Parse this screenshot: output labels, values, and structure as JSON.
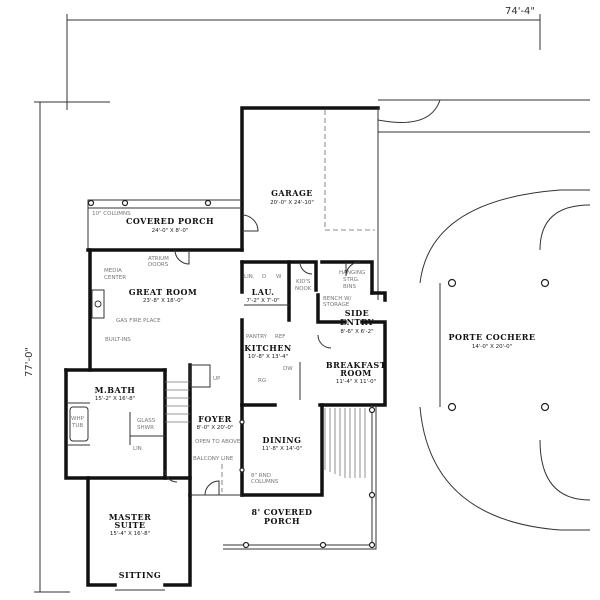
{
  "overall": {
    "width": "74'-4\"",
    "depth": "77'-0\""
  },
  "rooms": [
    {
      "id": "garage",
      "name": "GARAGE",
      "size": "20'-0\" X 24'-10\""
    },
    {
      "id": "covered-porch",
      "name": "COVERED PORCH",
      "size": "24'-0\" X 8'-0\""
    },
    {
      "id": "great-room",
      "name": "GREAT ROOM",
      "size": "23'-8\" X 18'-0\""
    },
    {
      "id": "lau",
      "name": "LAU.",
      "size": "7'-2\" X 7'-0\""
    },
    {
      "id": "side-entry",
      "name": "SIDE",
      "name2": "ENTRY",
      "size": "8'-6\" X 6'-2\""
    },
    {
      "id": "kitchen",
      "name": "KITCHEN",
      "size": "10'-8\" X 13'-4\""
    },
    {
      "id": "breakfast",
      "name": "BREAKFAST",
      "name2": "ROOM",
      "size": "11'-4\" X 11'-0\""
    },
    {
      "id": "porte-cochere",
      "name": "PORTE COCHERE",
      "size": "14'-0\" X 20'-0\""
    },
    {
      "id": "m-bath",
      "name": "M.BATH",
      "size": "15'-2\" X 16'-8\""
    },
    {
      "id": "foyer",
      "name": "FOYER",
      "size": "8'-0\" X 20'-0\""
    },
    {
      "id": "dining",
      "name": "DINING",
      "size": "11'-8\" X 14'-0\""
    },
    {
      "id": "master-suite",
      "name": "MASTER",
      "name2": "SUITE",
      "size": "15'-4\" X 16'-8\""
    },
    {
      "id": "front-porch",
      "name": "8' COVERED",
      "name2": "PORCH"
    },
    {
      "id": "sitting",
      "name": "SITTING"
    }
  ],
  "notes": {
    "columns10": "10\" COLUMNS",
    "atrium": "ATRIUM",
    "doors": "DOORS",
    "media": "MEDIA",
    "center": "CENTER",
    "fireplace": "GAS FIRE PLACE",
    "builtins": "BUILT-INS",
    "lin": "LIN.",
    "d": "D",
    "w": "W",
    "kids": "KID'S",
    "nook": "NOOK",
    "hanging": "HANGING",
    "strg": "STRG.",
    "bins": "BINS",
    "bench": "BENCH W/",
    "storage": "STORAGE",
    "pantry": "PANTRY",
    "ref": "REF",
    "dw": "DW",
    "rg": "RG",
    "up": "UP",
    "whp": "WHP",
    "tub": "TUB",
    "glass": "GLASS",
    "shwr": "SHWR",
    "lin2": "LIN",
    "open": "OPEN TO ABOVE",
    "balcony": "BALCONY LINE",
    "rnd": "8\" RND",
    "cols": "COLUMNS"
  }
}
